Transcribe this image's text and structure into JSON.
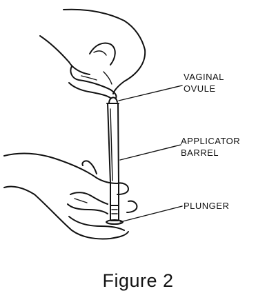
{
  "labels": {
    "ovule_line1": "VAGINAL",
    "ovule_line2": "OVULE",
    "barrel_line1": "APPLICATOR",
    "barrel_line2": "BARREL",
    "plunger": "PLUNGER"
  },
  "caption": "Figure 2",
  "colors": {
    "ink": "#111111",
    "background": "#ffffff"
  }
}
